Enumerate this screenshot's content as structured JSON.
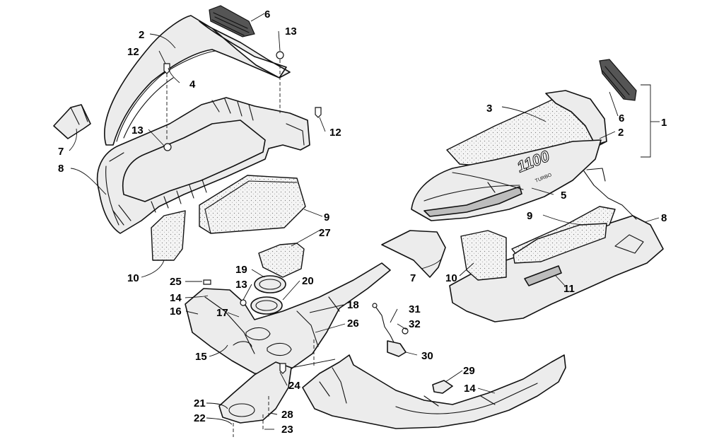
{
  "callouts": {
    "c1": "1",
    "c2a": "2",
    "c2b": "2",
    "c3": "3",
    "c4": "4",
    "c5": "5",
    "c6a": "6",
    "c6b": "6",
    "c7a": "7",
    "c7b": "7",
    "c8a": "8",
    "c8b": "8",
    "c9a": "9",
    "c9b": "9",
    "c10a": "10",
    "c10b": "10",
    "c11": "11",
    "c12a": "12",
    "c12b": "12",
    "c13a": "13",
    "c13b": "13",
    "c13c": "13",
    "c14a": "14",
    "c14b": "14",
    "c15": "15",
    "c16": "16",
    "c17": "17",
    "c18": "18",
    "c19": "19",
    "c20": "20",
    "c21": "21",
    "c22": "22",
    "c23": "23",
    "c24": "24",
    "c25": "25",
    "c26": "26",
    "c27": "27",
    "c28": "28",
    "c29": "29",
    "c30": "30",
    "c31": "31",
    "c32": "32"
  },
  "decal_text": "1100",
  "decal_subtext": "TURBO"
}
